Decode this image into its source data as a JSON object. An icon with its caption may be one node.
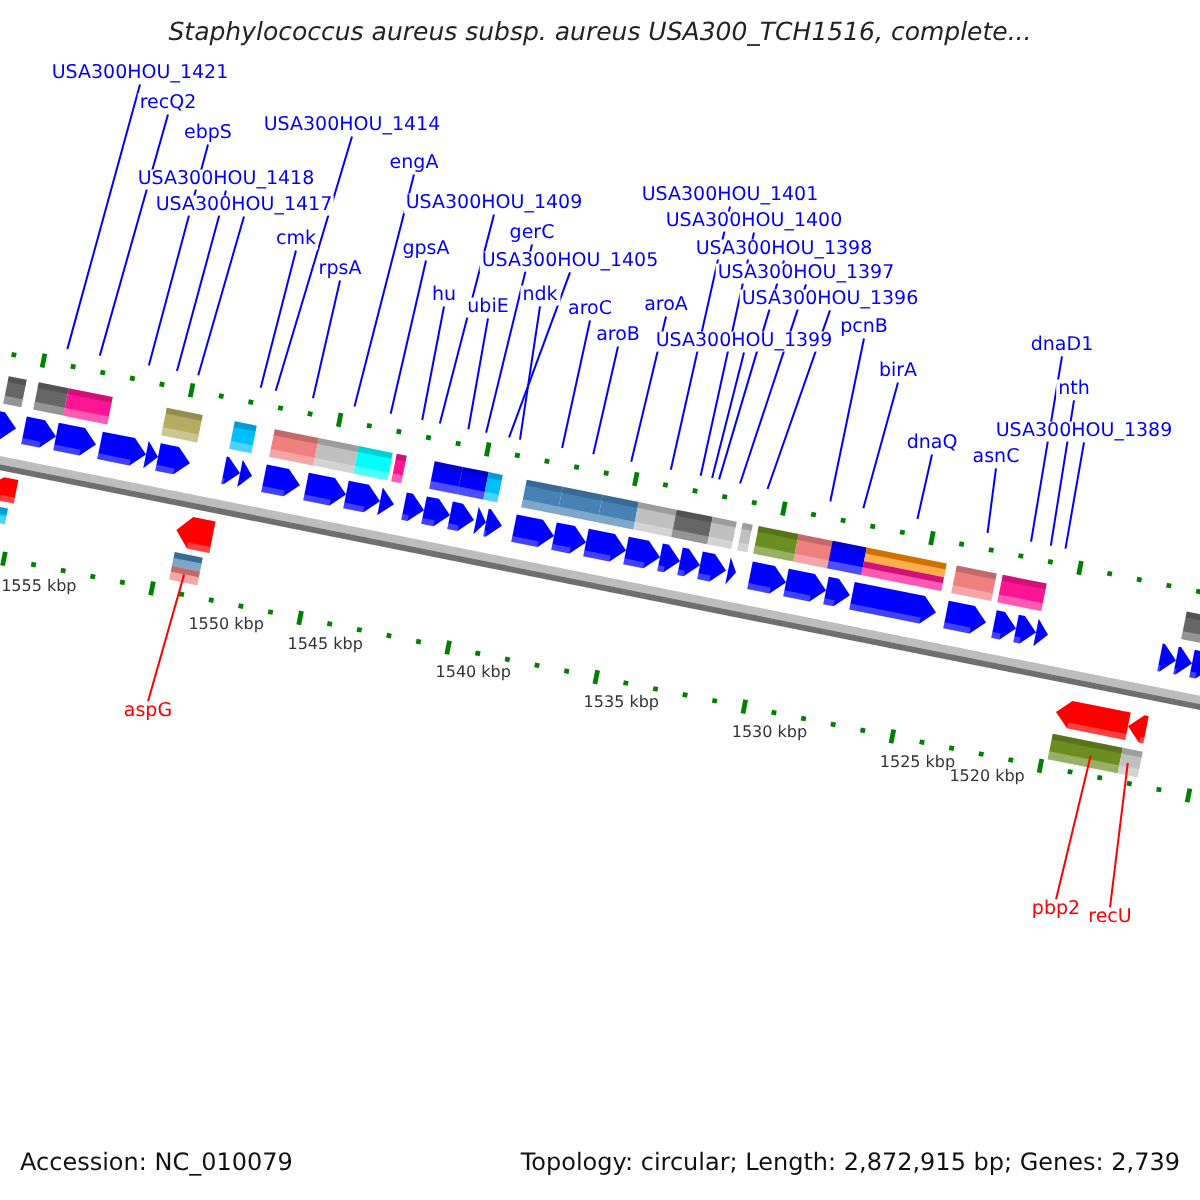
{
  "diagram": {
    "title": "Staphylococcus aureus subsp. aureus USA300_TCH1516, complete...",
    "nodes": [
      {
        "text": [
          "USA300HOU_1421"
        ]
      },
      {
        "text": [
          "recQ2"
        ]
      },
      {
        "text": [
          "ebpS"
        ]
      },
      {
        "text": [
          "USA300HOU_1418"
        ]
      },
      {
        "text": [
          "USA300HOU_1417"
        ]
      },
      {
        "text": [
          "cmk"
        ]
      },
      {
        "text": [
          "USA300HOU_1414"
        ]
      },
      {
        "text": [
          "rpsA"
        ]
      },
      {
        "text": [
          "engA"
        ]
      },
      {
        "text": [
          "gpsA"
        ]
      },
      {
        "text": [
          "hu"
        ]
      },
      {
        "text": [
          "USA300HOU_1409"
        ]
      },
      {
        "text": [
          "ubiE"
        ]
      },
      {
        "text": [
          "gerC"
        ]
      },
      {
        "text": [
          "USA300HOU_1405"
        ]
      },
      {
        "text": [
          "ndk"
        ]
      },
      {
        "text": [
          "aroC"
        ]
      },
      {
        "text": [
          "aroB"
        ]
      },
      {
        "text": [
          "aroA"
        ]
      },
      {
        "text": [
          "USA300HOU_1401"
        ]
      },
      {
        "text": [
          "USA300HOU_1400"
        ]
      },
      {
        "text": [
          "USA300HOU_1398"
        ]
      },
      {
        "text": [
          "USA300HOU_1397"
        ]
      },
      {
        "text": [
          "USA300HOU_1396"
        ]
      },
      {
        "text": [
          "USA300HOU_1399"
        ]
      },
      {
        "text": [
          "pcnB"
        ]
      },
      {
        "text": [
          "birA"
        ]
      },
      {
        "text": [
          "dnaQ"
        ]
      },
      {
        "text": [
          "asnC"
        ]
      },
      {
        "text": [
          "dnaD1"
        ]
      },
      {
        "text": [
          "nth"
        ]
      },
      {
        "text": [
          "USA300HOU_1389"
        ]
      },
      {
        "text": [
          "aspG"
        ]
      },
      {
        "text": [
          "pbp2"
        ]
      },
      {
        "text": [
          "recU"
        ]
      }
    ],
    "edges": [
      {
        "from": 0,
        "to": null,
        "arrow": "none"
      },
      {
        "from": 1,
        "to": null,
        "arrow": "none"
      },
      {
        "from": 2,
        "to": null,
        "arrow": "none"
      },
      {
        "from": 3,
        "to": null,
        "arrow": "none"
      },
      {
        "from": 4,
        "to": null,
        "arrow": "none"
      },
      {
        "from": 5,
        "to": null,
        "arrow": "none"
      },
      {
        "from": 6,
        "to": null,
        "arrow": "none"
      },
      {
        "from": 7,
        "to": null,
        "arrow": "none"
      },
      {
        "from": 8,
        "to": null,
        "arrow": "none"
      },
      {
        "from": 9,
        "to": null,
        "arrow": "none"
      },
      {
        "from": 10,
        "to": null,
        "arrow": "none"
      },
      {
        "from": 11,
        "to": null,
        "arrow": "none"
      },
      {
        "from": 12,
        "to": null,
        "arrow": "none"
      },
      {
        "from": 13,
        "to": null,
        "arrow": "none"
      },
      {
        "from": 14,
        "to": null,
        "arrow": "none"
      },
      {
        "from": 15,
        "to": null,
        "arrow": "none"
      },
      {
        "from": 16,
        "to": null,
        "arrow": "none"
      },
      {
        "from": 17,
        "to": null,
        "arrow": "none"
      },
      {
        "from": 18,
        "to": null,
        "arrow": "none"
      },
      {
        "from": 19,
        "to": null,
        "arrow": "none"
      },
      {
        "from": 20,
        "to": null,
        "arrow": "none"
      },
      {
        "from": 21,
        "to": null,
        "arrow": "none"
      },
      {
        "from": 22,
        "to": null,
        "arrow": "none"
      },
      {
        "from": 23,
        "to": null,
        "arrow": "none"
      },
      {
        "from": 24,
        "to": null,
        "arrow": "none"
      },
      {
        "from": 25,
        "to": null,
        "arrow": "none"
      },
      {
        "from": 26,
        "to": null,
        "arrow": "none"
      },
      {
        "from": 27,
        "to": null,
        "arrow": "none"
      },
      {
        "from": 28,
        "to": null,
        "arrow": "none"
      },
      {
        "from": 29,
        "to": null,
        "arrow": "none"
      },
      {
        "from": 30,
        "to": null,
        "arrow": "none"
      },
      {
        "from": 31,
        "to": null,
        "arrow": "none"
      },
      {
        "from": 32,
        "to": null,
        "arrow": "none",
        "color": "#ff0000"
      },
      {
        "from": 33,
        "to": null,
        "arrow": "none",
        "color": "#ff0000"
      },
      {
        "from": 34,
        "to": null,
        "arrow": "none",
        "color": "#ff0000"
      }
    ],
    "labels": [
      "1555 kbp",
      "1550 kbp",
      "1545 kbp",
      "1540 kbp",
      "1535 kbp",
      "1530 kbp",
      "1525 kbp",
      "1520 kbp",
      "Accession: NC_010079",
      "Topology: circular; Length: 2,872,915 bp; Genes: 2,739"
    ]
  }
}
